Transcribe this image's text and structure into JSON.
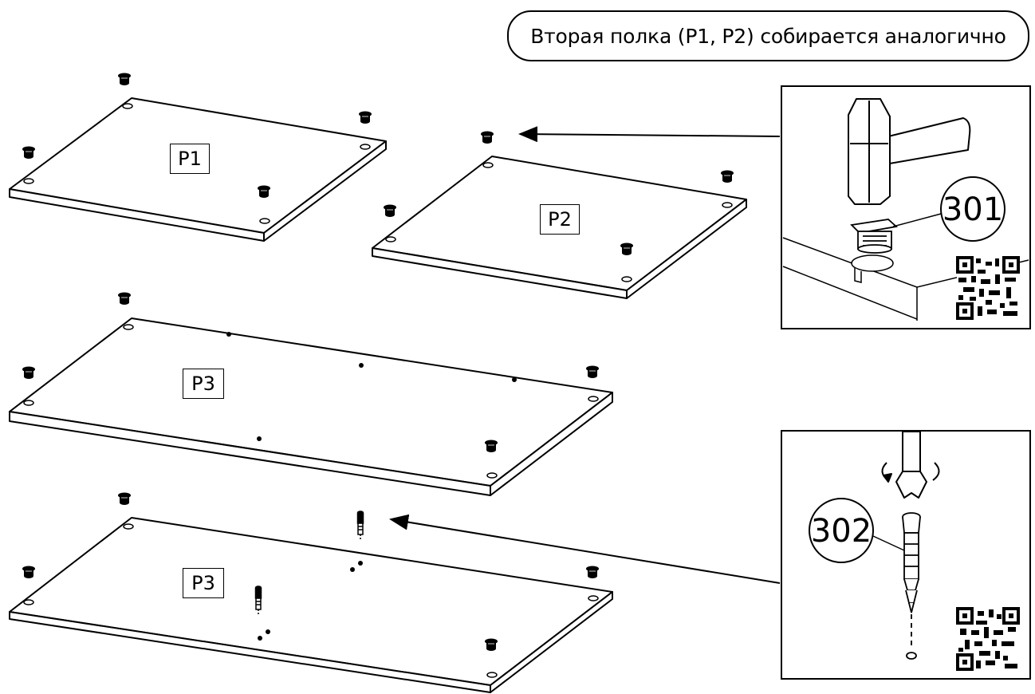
{
  "note": "Вторая полка (P1, P2) собирается аналогично",
  "panels": {
    "p1": "P1",
    "p2": "P2",
    "p3_top": "P3",
    "p3_bottom": "P3"
  },
  "callouts": {
    "cam_fitting": "301",
    "dowel_pin": "302"
  },
  "icons": [
    "hammer-icon",
    "screwdriver-icon",
    "qr-code-icon",
    "arrow-icon",
    "cam-lock-icon",
    "dowel-icon"
  ]
}
